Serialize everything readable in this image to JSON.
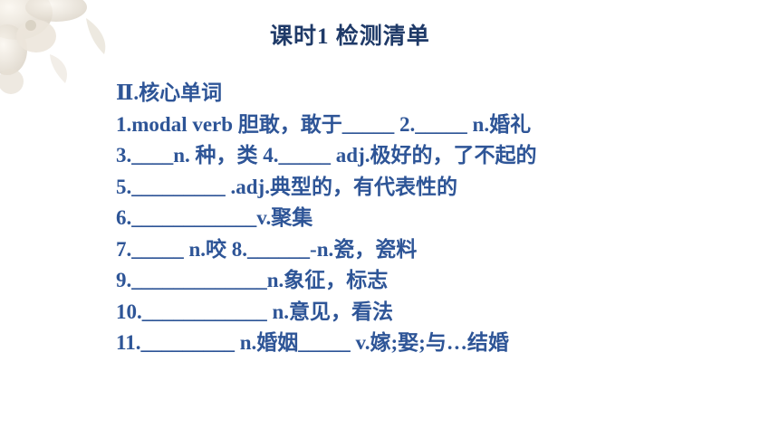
{
  "title": "课时1  检测清单",
  "section_heading": "Ⅱ.核心单词",
  "lines": [
    "1.modal verb 胆敢，敢于_____ 2._____   n.婚礼",
    "3.____n. 种，类 4._____ adj.极好的，了不起的",
    "5._________ .adj.典型的，有代表性的",
    "6.____________v.聚集",
    "7._____ n.咬     8.______-n.瓷，瓷料",
    "9._____________n.象征，标志",
    "10.____________ n.意见，看法",
    "11._________ n.婚姻_____ v.嫁;娶;与…结婚"
  ],
  "colors": {
    "title": "#1f3a68",
    "text": "#2e5597",
    "background": "#ffffff"
  }
}
